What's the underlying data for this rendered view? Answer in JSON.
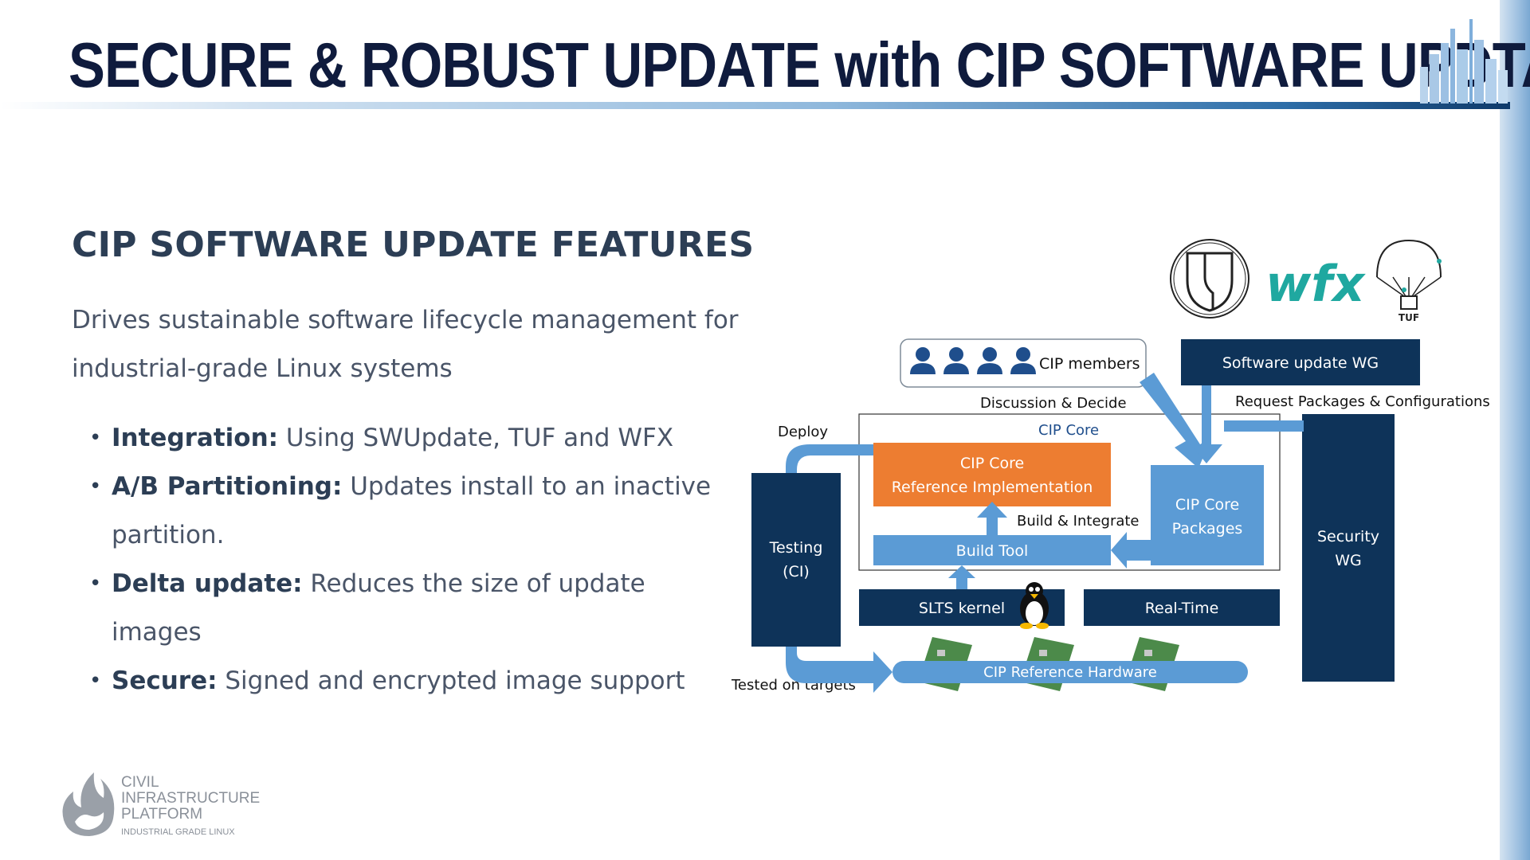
{
  "header": {
    "title": "SECURE & ROBUST UPDATE with CIP SOFTWARE UPDTAE"
  },
  "content": {
    "heading": "CIP SOFTWARE UPDATE FEATURES",
    "intro": "Drives sustainable software lifecycle management for industrial-grade Linux systems",
    "features": [
      {
        "term": "Integration:",
        "text": " Using SWUpdate, TUF and WFX"
      },
      {
        "term": "A/B Partitioning:",
        "text": " Updates install to an inactive partition."
      },
      {
        "term": "Delta update:",
        "text": " Reduces the size of update images"
      },
      {
        "term": "Secure:",
        "text": " Signed and encrypted image support"
      }
    ]
  },
  "diagram": {
    "logos": {
      "wfx": "wfx",
      "tuf": "TUF"
    },
    "nodes": {
      "members": "CIP members",
      "sw_update_wg": "Software update WG",
      "cip_core": "CIP Core",
      "ref_impl_line1": "CIP Core",
      "ref_impl_line2": "Reference Implementation",
      "packages_line1": "CIP Core",
      "packages_line2": "Packages",
      "build_tool": "Build Tool",
      "testing_line1": "Testing",
      "testing_line2": "(CI)",
      "security_line1": "Security",
      "security_line2": "WG",
      "slts": "SLTS kernel",
      "realtime": "Real-Time",
      "hardware": "CIP Reference Hardware"
    },
    "edges": {
      "discuss": "Discussion & Decide",
      "request": "Request Packages & Configurations",
      "deploy": "Deploy",
      "build_integrate": "Build & Integrate",
      "tested": "Tested on targets"
    },
    "colors": {
      "navy": "#0e3359",
      "orange": "#ed7d31",
      "light_blue": "#5b9bd5",
      "arrow": "#5b9bd5"
    }
  },
  "footer": {
    "logo_line1": "CIVIL",
    "logo_line2": "INFRASTRUCTURE",
    "logo_line3": "PLATFORM",
    "logo_tagline": "INDUSTRIAL GRADE LINUX"
  },
  "icons": [
    "city-skyline-icon",
    "user-icon",
    "tux-penguin-icon",
    "circuit-board-icon",
    "shield-logo-icon",
    "parachute-icon",
    "flame-logo-icon"
  ]
}
